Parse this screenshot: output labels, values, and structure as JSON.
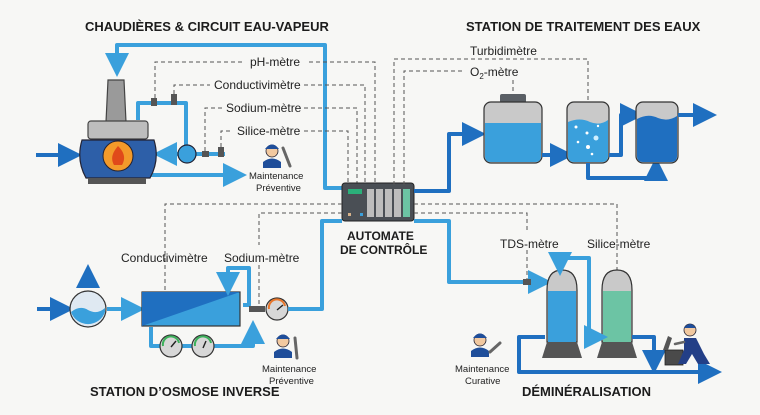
{
  "sections": {
    "boiler": "CHAUDIÈRES & CIRCUIT EAU-VAPEUR",
    "water_treatment": "STATION DE TRAITEMENT DES EAUX",
    "reverse_osmosis": "STATION D’OSMOSE INVERSE",
    "demineralisation": "DÉMINÉRALISATION"
  },
  "controller": {
    "line1": "AUTOMATE",
    "line2": "DE CONTRÔLE"
  },
  "boiler_instruments": [
    "pH-mètre",
    "Conductivimètre",
    "Sodium-mètre",
    "Silice-mètre"
  ],
  "water_treatment_instruments": {
    "turbidity": "Turbidimètre",
    "oxygen_prefix": "O",
    "oxygen_sub": "2",
    "oxygen_suffix": "-mètre"
  },
  "ro_instruments": [
    "Conductivimètre",
    "Sodium-mètre"
  ],
  "demin_instruments": [
    "TDS-mètre",
    "Silice-mètre"
  ],
  "maintenance": {
    "boiler": {
      "line1": "Maintenance",
      "line2": "Préventive"
    },
    "ro": {
      "line1": "Maintenance",
      "line2": "Préventive"
    },
    "demin": {
      "line1": "Maintenance",
      "line2": "Curative"
    }
  },
  "colors": {
    "pipe_light": "#3aa0dc",
    "pipe_dark": "#1f6fc0",
    "boiler_blue": "#2d5fa8",
    "flame": "#f39a2a",
    "resin_green": "#6cc4a4",
    "gray": "#c9c9c9"
  }
}
